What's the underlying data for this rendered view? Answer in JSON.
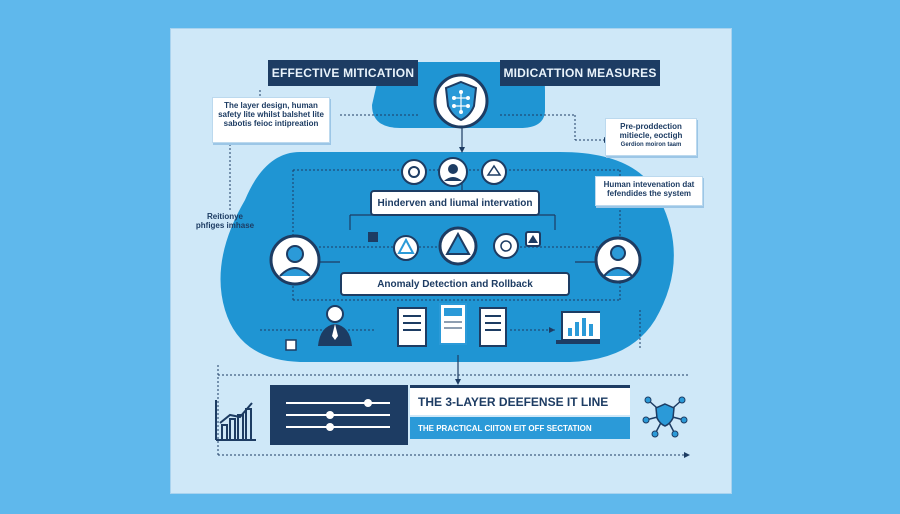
{
  "header": {
    "left_title": "EFFECTIVE MITICATION",
    "right_title": "MIDICATTION MEASURES"
  },
  "notes": {
    "top_left": "The layer design, human safety lite whilst balshet lite sabotis feioc intipreation",
    "left_mid": "Reitionye phfiges imhase",
    "top_right_main": "Pre-proddection mitiecle, eoctigh",
    "top_right_sub": "Gerdion moiron taam",
    "right_mid": "Human intevenation dat fefendides the system"
  },
  "flow_labels": {
    "upper": "Hinderven and liumal intervation",
    "lower": "Anomaly Detection and Rollback"
  },
  "bottom_banner": {
    "title": "THE 3-LAYER DEEFENSE IT LINE",
    "subtitle": "THE PRACTICAL CIITON EIT OFF SECTATION"
  },
  "colors": {
    "background": "#5fb8ec",
    "panel": "#cfe8f8",
    "blob": "#1f95d3",
    "navy": "#1d3c63",
    "accent": "#2b9ad8"
  },
  "icons": {
    "shield": "shield-network-icon",
    "person": "person-icon",
    "document": "document-icon",
    "laptop": "laptop-chart-icon",
    "network": "network-shield-icon"
  }
}
